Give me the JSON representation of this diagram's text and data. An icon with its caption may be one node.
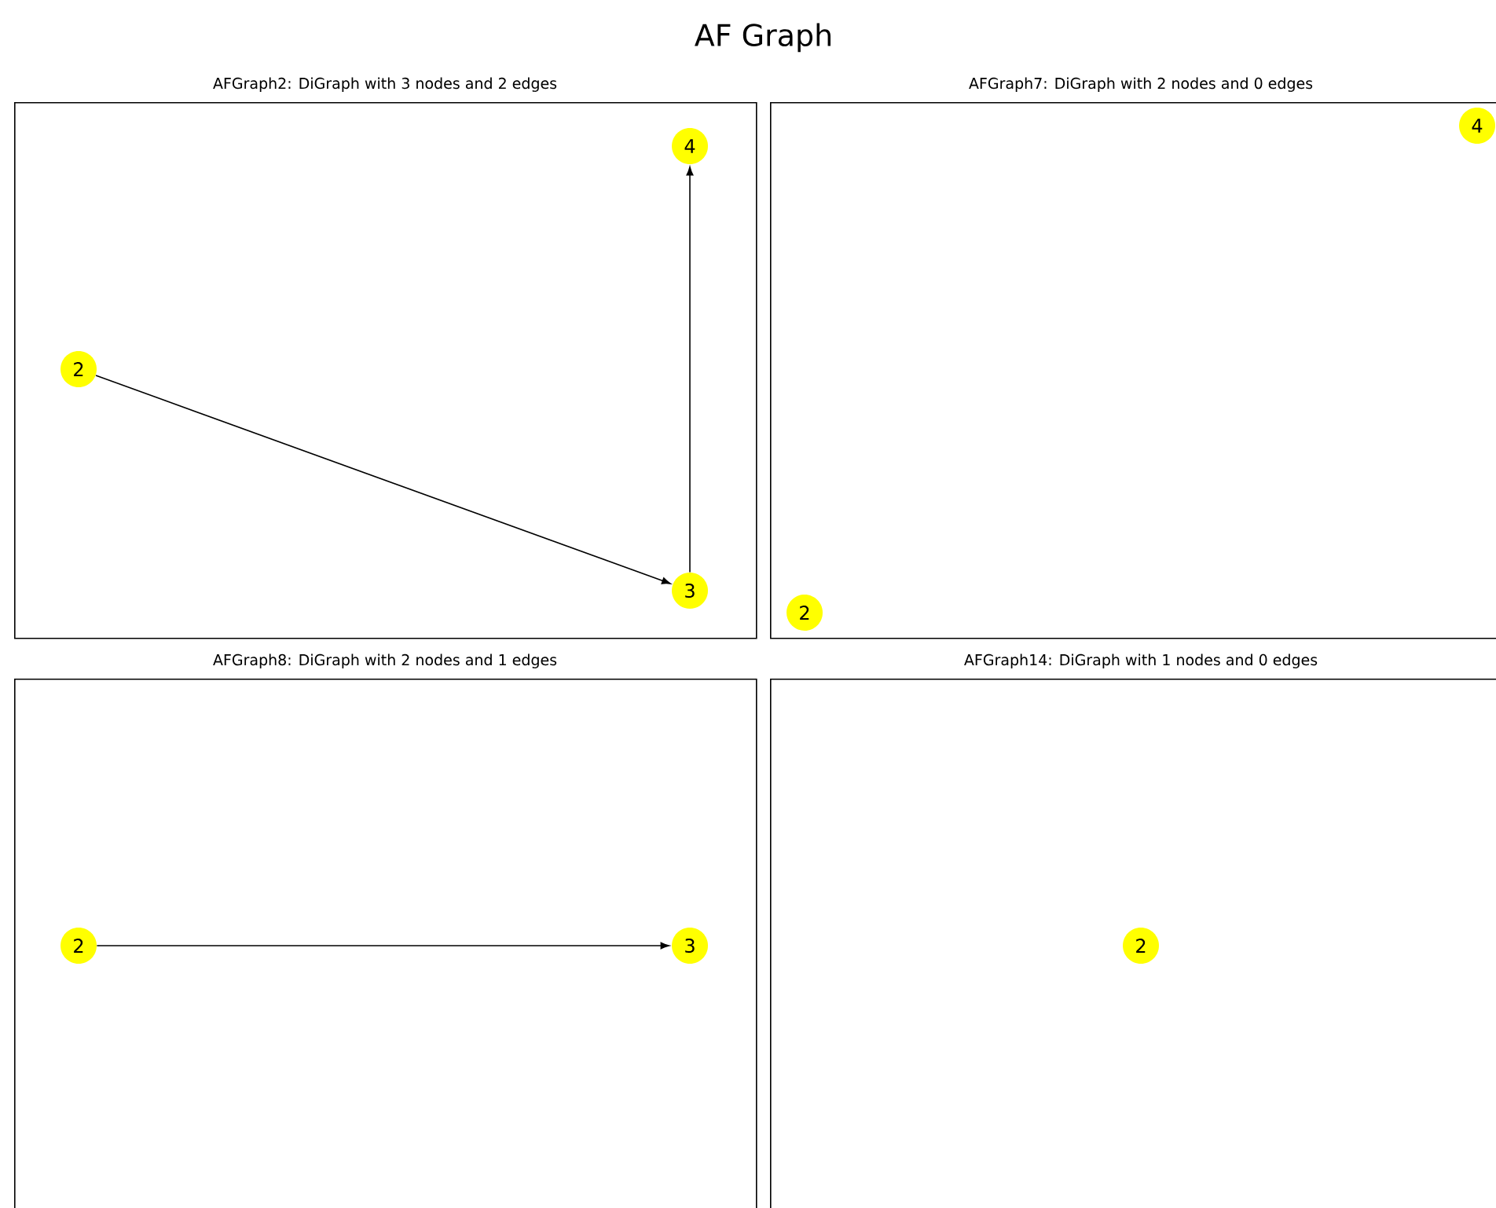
{
  "diagram": {
    "title": "AF Graph",
    "nodes": [
      {
        "text": [
          "AFGraph2: DiGraph with 3 nodes and 2 edges"
        ]
      },
      {
        "text": [
          "2"
        ],
        "in": 0
      },
      {
        "text": [
          "3"
        ],
        "in": 0
      },
      {
        "text": [
          "4"
        ],
        "in": 0
      },
      {
        "text": [
          "AFGraph7: DiGraph with 2 nodes and 0 edges"
        ]
      },
      {
        "text": [
          "4"
        ],
        "in": 4
      },
      {
        "text": [
          "2"
        ],
        "in": 4
      },
      {
        "text": [
          "AFGraph8: DiGraph with 2 nodes and 1 edges"
        ]
      },
      {
        "text": [
          "2"
        ],
        "in": 7
      },
      {
        "text": [
          "3"
        ],
        "in": 7
      },
      {
        "text": [
          "AFGraph14: DiGraph with 1 nodes and 0 edges"
        ]
      },
      {
        "text": [
          "2"
        ],
        "in": 10
      }
    ],
    "edges": [
      {
        "from": 1,
        "to": 2,
        "arrow": "to"
      },
      {
        "from": 2,
        "to": 3,
        "arrow": "to"
      },
      {
        "from": 8,
        "to": 9,
        "arrow": "to"
      }
    ]
  }
}
